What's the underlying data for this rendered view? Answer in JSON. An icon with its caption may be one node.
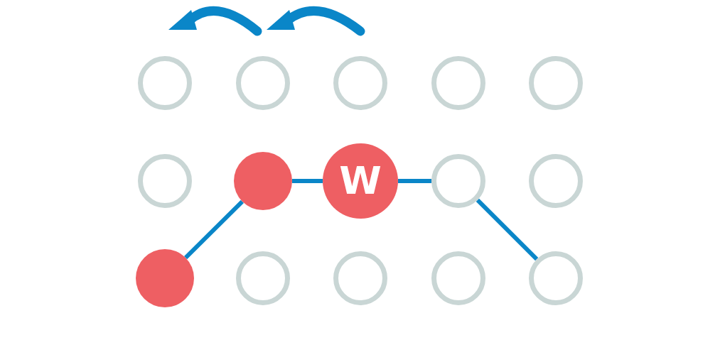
{
  "diagram": {
    "nodes": [
      {
        "text": [],
        "shape": "circle"
      },
      {
        "text": [],
        "shape": "circle"
      },
      {
        "text": [],
        "shape": "circle"
      },
      {
        "text": [],
        "shape": "circle"
      },
      {
        "text": [],
        "shape": "circle"
      },
      {
        "text": [],
        "shape": "circle"
      },
      {
        "text": [],
        "shape": "circle"
      },
      {
        "text": [
          "W"
        ]
      },
      {
        "text": [],
        "shape": "circle"
      },
      {
        "text": [],
        "shape": "circle"
      },
      {
        "text": [],
        "shape": "circle"
      },
      {
        "text": [],
        "shape": "circle"
      },
      {
        "text": [],
        "shape": "circle"
      },
      {
        "text": [],
        "shape": "circle"
      },
      {
        "text": [],
        "shape": "circle"
      }
    ],
    "edges": [
      {
        "from": 10,
        "to": 6,
        "arrow": "none"
      },
      {
        "from": 6,
        "to": 7,
        "arrow": "none"
      },
      {
        "from": 7,
        "to": 8,
        "arrow": "none"
      },
      {
        "from": 8,
        "to": 14,
        "arrow": "none"
      }
    ]
  }
}
